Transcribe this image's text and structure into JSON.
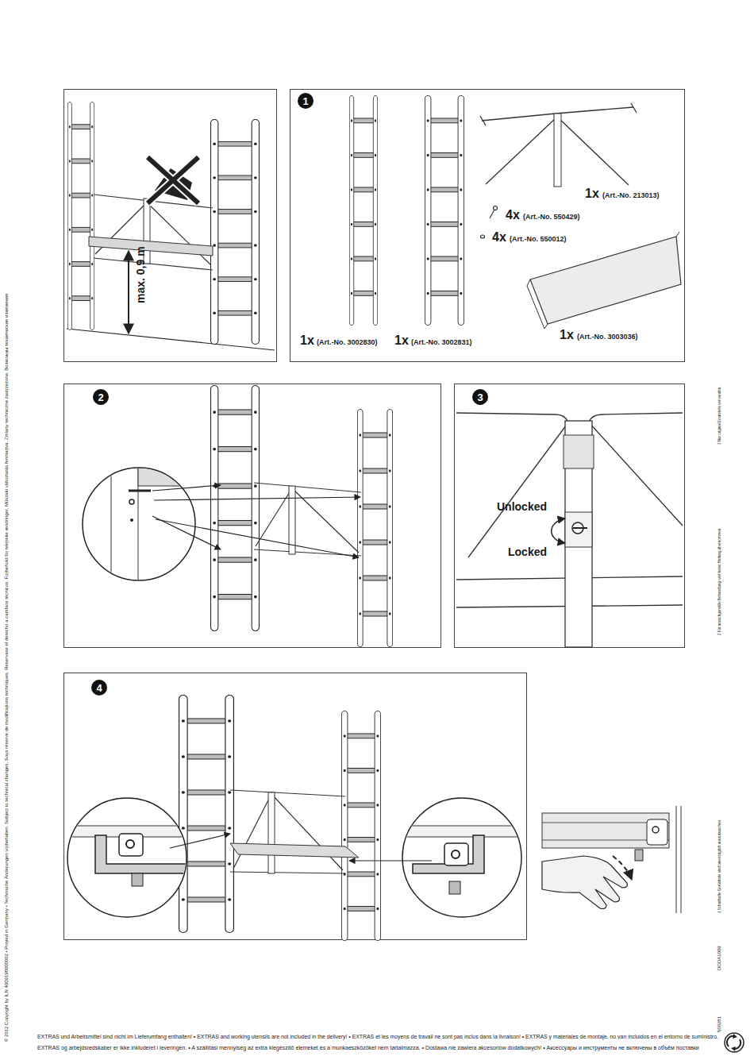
{
  "diagram": {
    "labels": [
      "max. 0,9 m",
      "1",
      "1x",
      "(Art.-No. 213013)",
      "4x",
      "(Art.-No. 550429)",
      "4x",
      "(Art.-No. 550012)",
      "1x",
      "(Art.-No. 3003036)",
      "1x",
      "(Art.-No. 3002830)",
      "1x",
      "(Art.-No. 3002831)",
      "2",
      "3",
      "Unlocked",
      "Locked",
      "4",
      "© 2012 Copyright by ILN 4009198000002 • Printed in Germany • Technische Änderungen vorbehalten. Subject to technical changes. Sous réserve de modifications techniques. Reservase el derecho a cambios técnicos. Forbehold for tekniske ændringer. Műszaki változtatás fenntartva. Zmiany techniczne zastrzeżone. Возможны технические изменения",
      "3 Nur original Ersatzteile verwenden.",
      "2 Für unsachgemäße Behandlung wird keine Haftung übernommen.",
      "1 Schadhafte Gerüstteile sind unverzüglich auszutauschen.",
      "DODA1009",
      "560281",
      "EXTRAS und Arbeitsmittel sind nicht im Lieferumfang enthalten! • EXTRAS and working utensils are not included in the delivery! • EXTRAS et les moyens de travail ne sont pas inclus dans la livraison! • EXTRAS y materiales de montaje, no van incluidos en el entorno de suministro.",
      "EXTRAS og arbejdsredskaber er ikke inkluderet i leveringen. • A szállítási mennyiség az extra kiegészítő elemeket és a munkaeszközöket nem tartalmazza. • Dostawa nie zawiera akcesoriów dodatkowych! • Аксессуары и инструменты не включены в объём поставки"
    ]
  }
}
